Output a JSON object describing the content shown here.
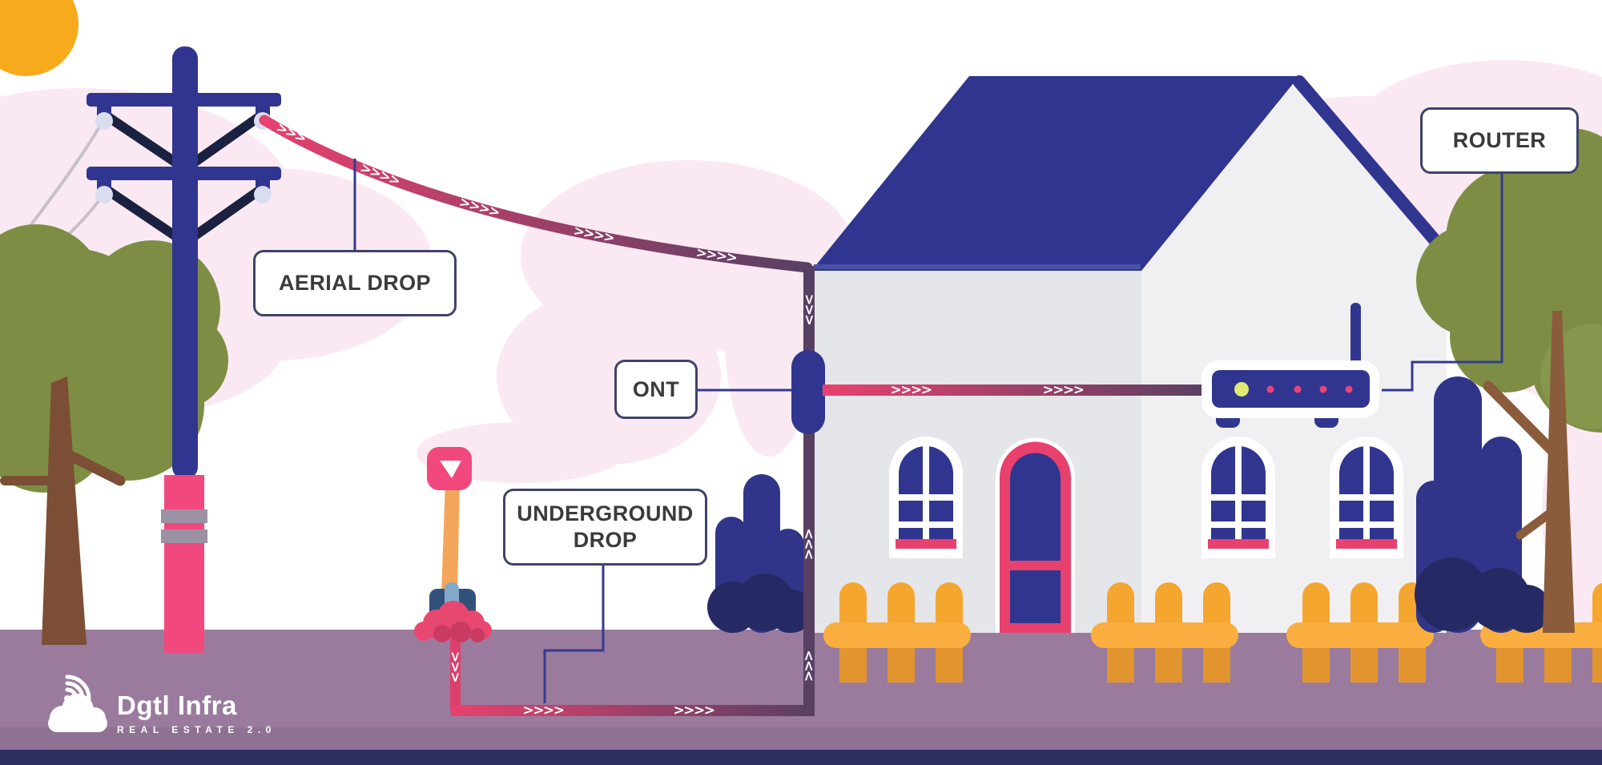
{
  "scene": {
    "labels": {
      "aerial_drop": "AERIAL DROP",
      "ont": "ONT",
      "underground_drop": "UNDERGROUND DROP",
      "router": "ROUTER"
    },
    "flow3": ">>>",
    "flow4": ">>>>"
  },
  "logo": {
    "name": "Dgtl Infra",
    "tagline": "REAL ESTATE 2.0"
  },
  "colors": {
    "sun": "#F7AA1B",
    "cloud": "#FAE9F2",
    "wire_gray": "#C8C0C9",
    "navy": "#30368F",
    "brace_dark": "#1B2140",
    "insulator": "#D8DEF0",
    "pole_pink": "#F1497E",
    "band_gray": "#9C92A4",
    "cable_pink": "#E8416E",
    "cable_dark": "#584063",
    "drop_red": "#DC3F6B",
    "wall_front": "#E5E6E9",
    "wall_gable": "#F0F0F3",
    "roof": "#30368F",
    "roof_edge": "#4A51A8",
    "ground": "#9A7B9D",
    "ground_dark": "#8F7193",
    "footer": "#2B2E5F",
    "tree_green": "#7D8E44",
    "tree_green_light": "#86964C",
    "trunk_left": "#7C4E35",
    "trunk_right": "#8A5C3C",
    "bush": "#303589",
    "bush_dark": "#262A64",
    "fence": "#F5A62F",
    "fence_dark": "#E2952E",
    "fence_rail": "#F9AE3F",
    "led_green": "#E0E973",
    "led_pink": "#E8437A",
    "shovel_blade": "#31517B",
    "shovel_socket": "#84AACB",
    "shovel_shaft": "#F3A65A",
    "dirt": "#E84870",
    "dirt_dark": "#C93B63",
    "label_border": "#3F4369",
    "label_text": "#3B3B3E",
    "connector": "#333A8F",
    "white": "#FFFFFF"
  }
}
